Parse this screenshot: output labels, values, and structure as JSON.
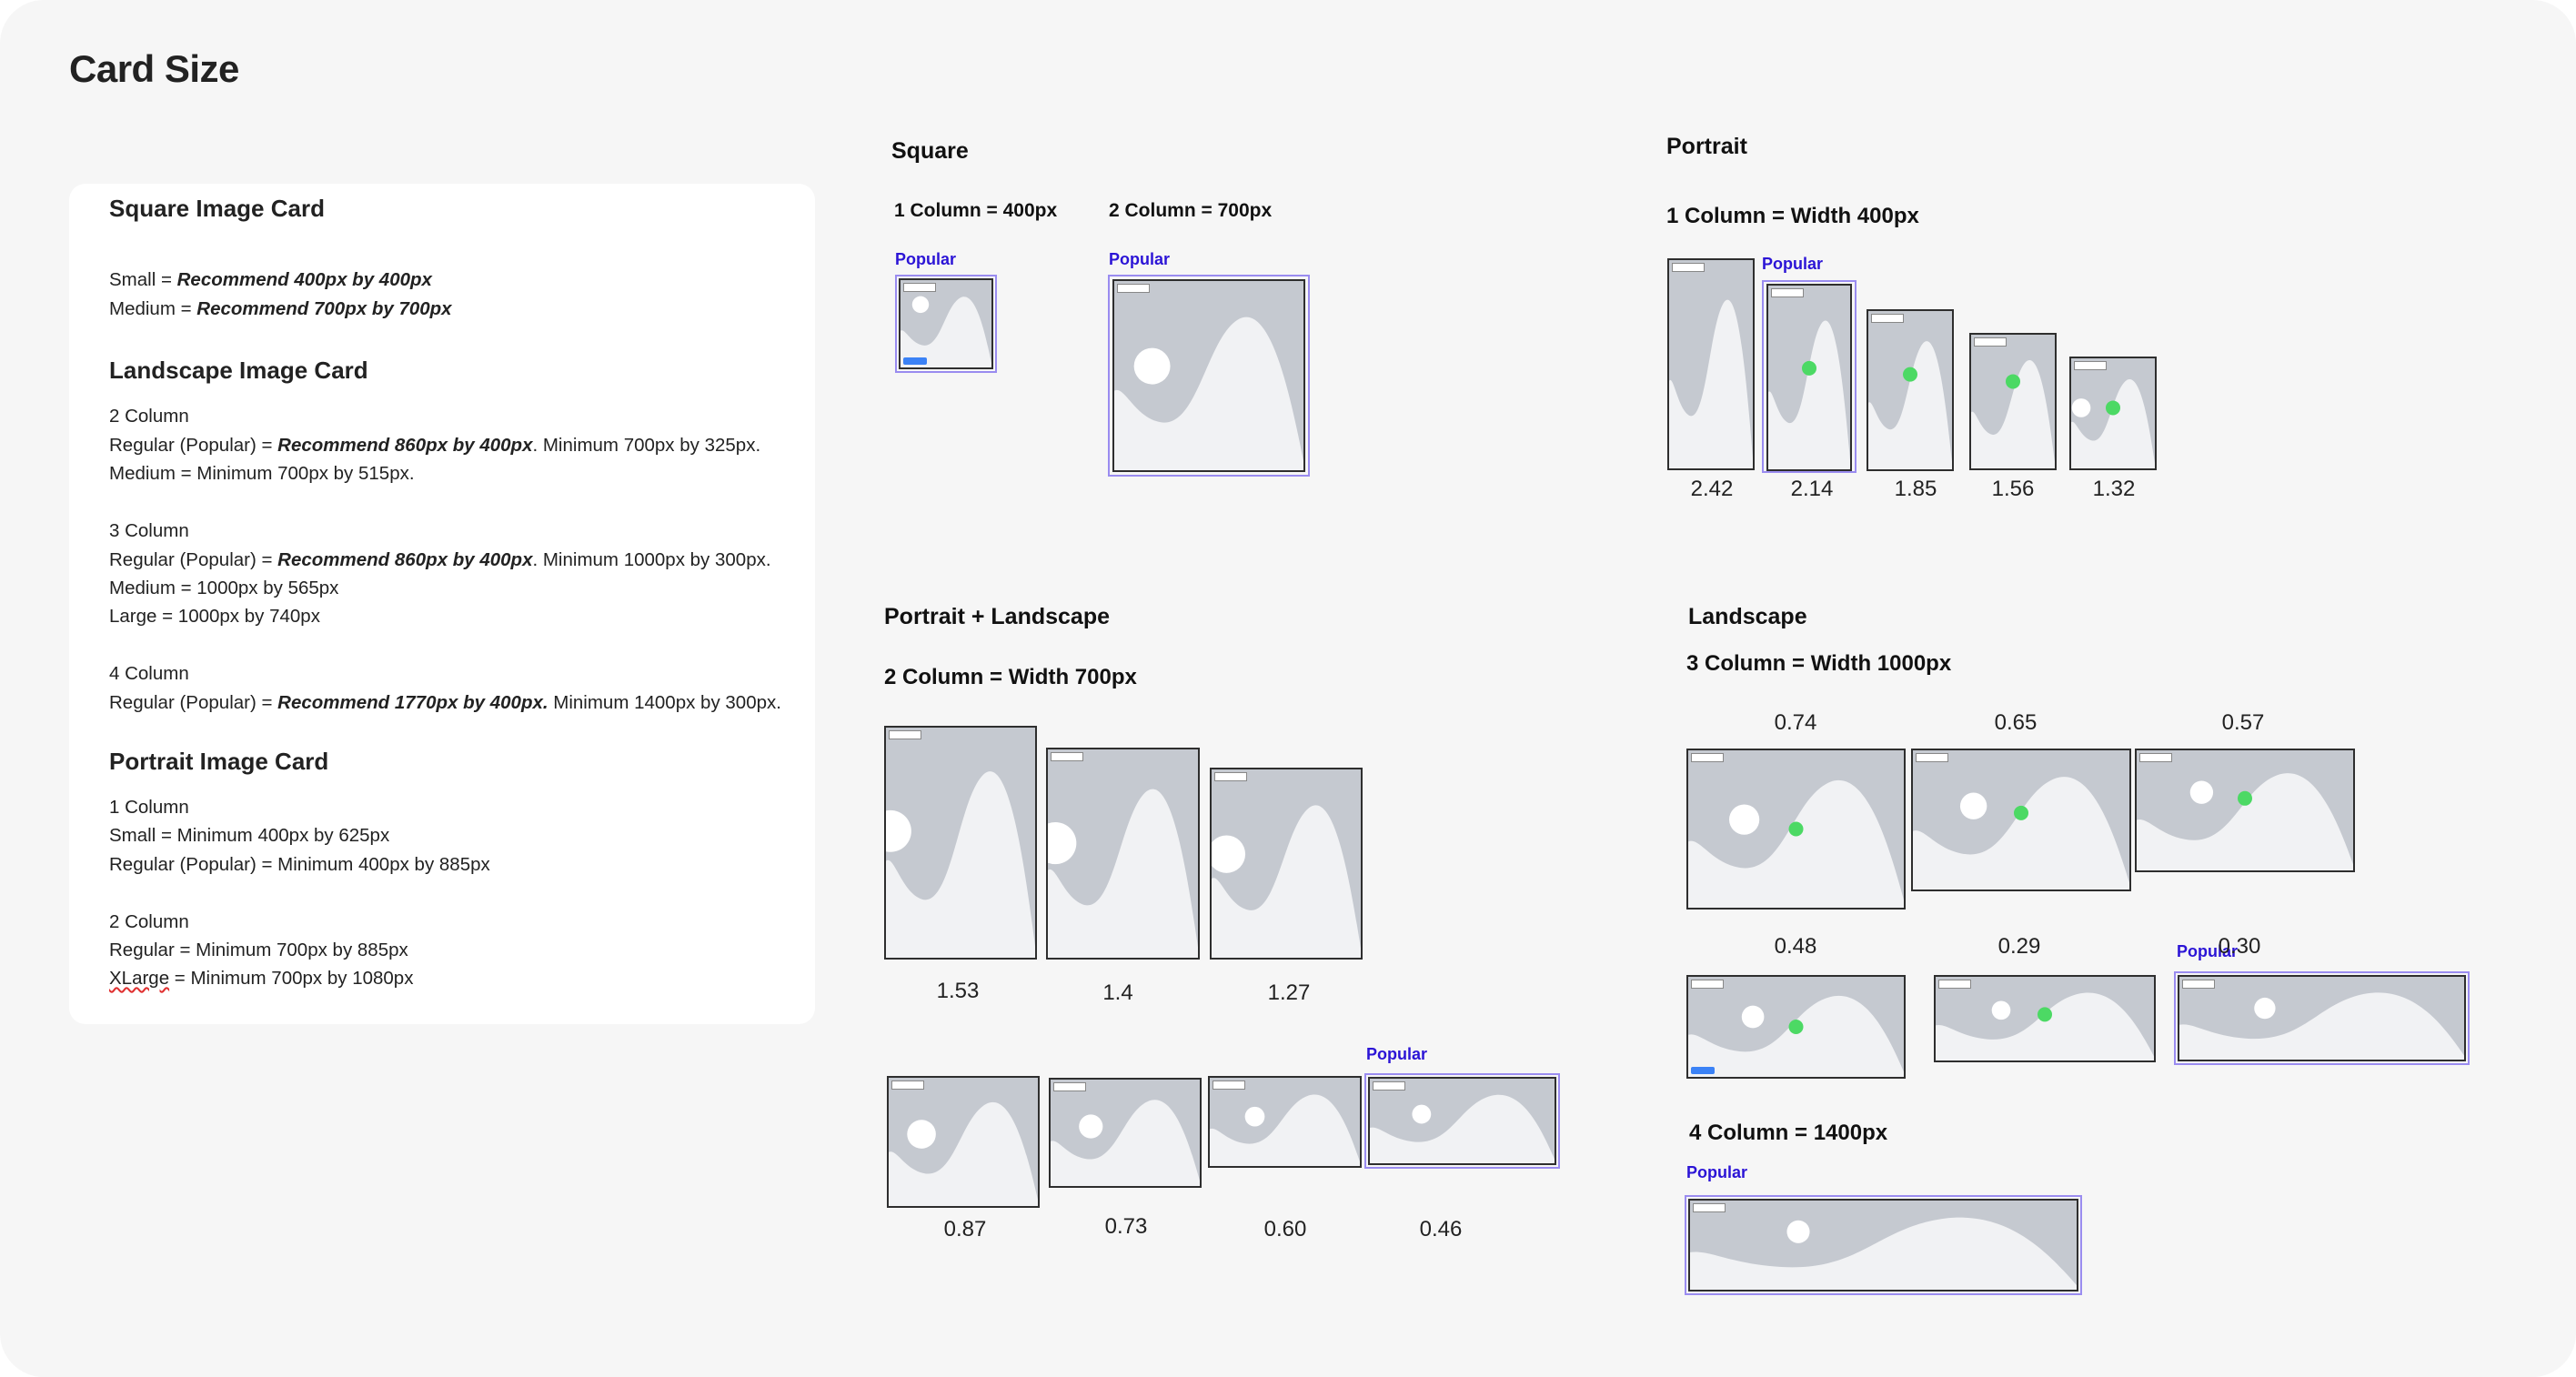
{
  "page": {
    "title": "Card Size"
  },
  "spec": {
    "square_heading": "Square Image Card",
    "square_small": "Small = ",
    "square_small_rec": "Recommend 400px by 400px",
    "square_medium": "Medium = ",
    "square_medium_rec": "Recommend 700px by 700px",
    "landscape_heading": "Landscape Image Card",
    "l2_heading": "2 Column",
    "l2_regular_prefix": "Regular (Popular) = ",
    "l2_regular_rec": "Recommend 860px by 400px",
    "l2_regular_suffix": ". Minimum 700px by 325px.",
    "l2_medium": "Medium =  Minimum 700px by 515px.",
    "l3_heading": "3 Column",
    "l3_regular_prefix": "Regular (Popular)  = ",
    "l3_regular_rec": "Recommend 860px by 400px",
    "l3_regular_suffix": ". Minimum 1000px by 300px.",
    "l3_medium": "Medium = 1000px by 565px",
    "l3_large": "Large = 1000px by 740px",
    "l4_heading": "4 Column",
    "l4_regular_prefix": "Regular (Popular)  = ",
    "l4_regular_rec": "Recommend 1770px by 400px.",
    "l4_regular_suffix": " Minimum 1400px by 300px.",
    "portrait_heading": "Portrait Image Card",
    "p1_heading": "1 Column",
    "p1_small": "Small = Minimum 400px by 625px",
    "p1_regular": "Regular (Popular) = Minimum 400px by 885px",
    "p2_heading": "2 Column",
    "p2_regular": "Regular  = Minimum 700px by 885px",
    "p2_xlarge_word": "XLarge",
    "p2_xlarge_rest": " = Minimum 700px by 1080px"
  },
  "square": {
    "title": "Square",
    "col1": "1 Column = 400px",
    "col2": "2 Column = 700px",
    "popular": "Popular"
  },
  "portrait": {
    "title": "Portrait",
    "col1": "1 Column = Width 400px",
    "popular": "Popular",
    "ratios": [
      "2.42",
      "2.14",
      "1.85",
      "1.56",
      "1.32"
    ]
  },
  "portrait_landscape": {
    "title": "Portrait + Landscape",
    "col2": "2 Column = Width 700px",
    "ratios_top": [
      "1.53",
      "1.4",
      "1.27"
    ],
    "ratios_bottom": [
      "0.87",
      "0.73",
      "0.60",
      "0.46"
    ],
    "popular": "Popular"
  },
  "landscape": {
    "title": "Landscape",
    "col3": "3 Column = Width 1000px",
    "ratios_row1": [
      "0.74",
      "0.65",
      "0.57"
    ],
    "ratios_row2": [
      "0.48",
      "0.29",
      "0.30"
    ],
    "popular_row2": "Popular",
    "col4": "4 Column = 1400px",
    "popular_col4": "Popular"
  },
  "colors": {
    "popular": "#2b14d6",
    "highlight": "#9a8cf0",
    "placeholder": "#c5c9d0",
    "dot": "#4cd964"
  }
}
